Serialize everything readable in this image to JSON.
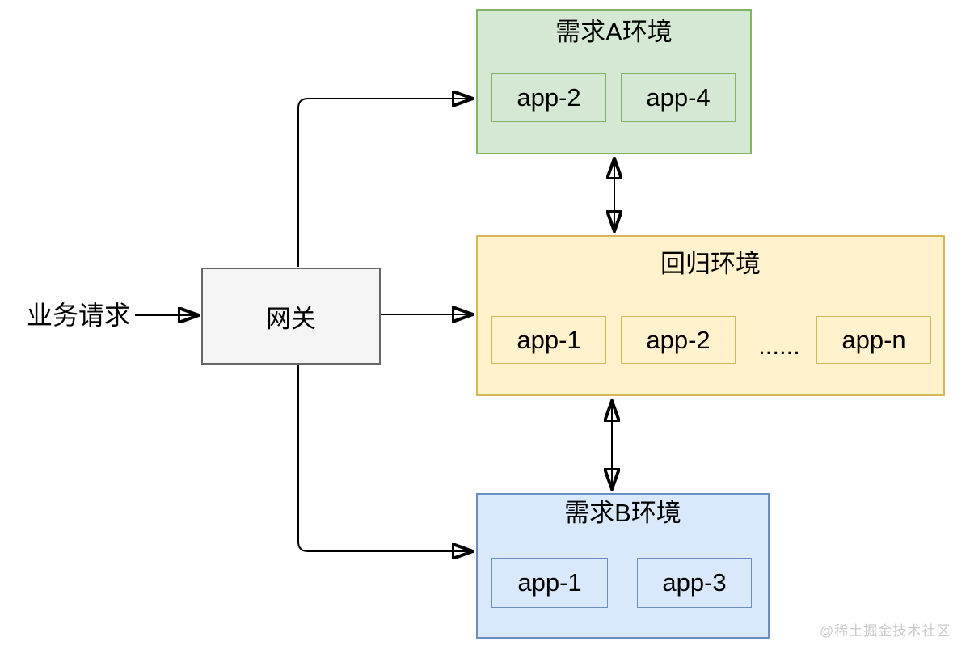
{
  "palette": {
    "env_a_fill": "#d5e8d4",
    "env_a_border": "#82b366",
    "regression_fill": "#fff2cc",
    "regression_border": "#d6b656",
    "env_b_fill": "#dae8fc",
    "env_b_border": "#6c8ebf",
    "gateway_fill": "#f5f5f5",
    "gateway_border": "#666666",
    "connector_color": "#000000",
    "watermark_color": "#c9c9c9"
  },
  "flow": {
    "request_label": "业务请求"
  },
  "gateway": {
    "label": "网关"
  },
  "environments": {
    "env_a": {
      "title": "需求A环境",
      "apps": [
        "app-2",
        "app-4"
      ]
    },
    "regression": {
      "title": "回归环境",
      "apps": [
        "app-1",
        "app-2",
        "app-n"
      ],
      "ellipsis": "......"
    },
    "env_b": {
      "title": "需求B环境",
      "apps": [
        "app-1",
        "app-3"
      ]
    }
  },
  "watermark": "@稀土掘金技术社区"
}
